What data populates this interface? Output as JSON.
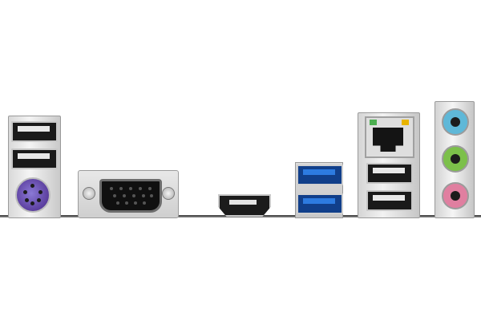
{
  "scene": {
    "subject": "motherboard-rear-io-panel",
    "colors": {
      "background": "#ffffff",
      "usb2": "#1a1a1a",
      "usb3": "#1f5fc8",
      "ps2": "#6a4cb0",
      "hdmi": "#1c1c1c",
      "vga": "#101010",
      "audio_line_in": "#5fb8d8",
      "audio_line_out": "#7cc04a",
      "audio_mic": "#e07fa0",
      "lan_led_left": "#4caf50",
      "lan_led_right": "#e8b400"
    },
    "ports": [
      {
        "name": "usb-2-port",
        "count": 2
      },
      {
        "name": "ps2-port",
        "count": 1
      },
      {
        "name": "vga-port",
        "count": 1
      },
      {
        "name": "hdmi-port",
        "count": 1
      },
      {
        "name": "usb-3-port",
        "count": 2
      },
      {
        "name": "lan-rj45-port",
        "count": 1
      },
      {
        "name": "usb-2-port",
        "count": 2
      },
      {
        "name": "audio-jack",
        "count": 3
      }
    ]
  }
}
